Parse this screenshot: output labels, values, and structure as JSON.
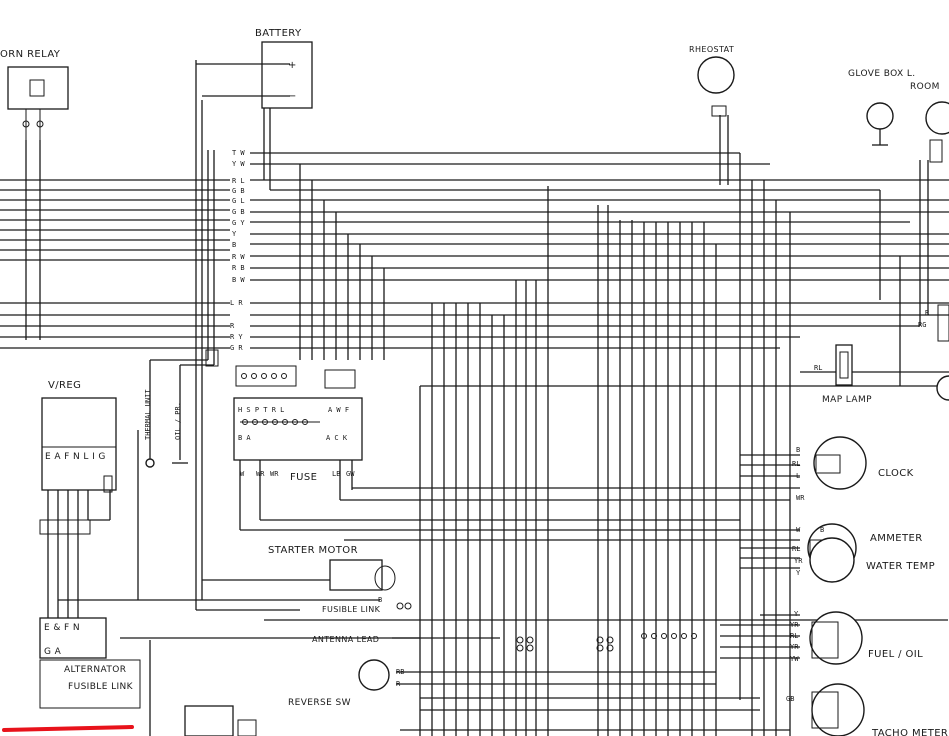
{
  "components": {
    "horn_relay": "ORN RELAY",
    "battery": "BATTERY",
    "rheostat": "RHEOSTAT",
    "glove_box_lamp": "GLOVE BOX L.",
    "room_lamp": "ROOM",
    "voltage_regulator": "V/REG",
    "regulator_terminals": "E A F N L I G",
    "thermal_unit": "THERMAL UNIT",
    "oil_pressure_sw": "OIL / PR.",
    "fuse": "FUSE",
    "starter_motor": "STARTER MOTOR",
    "fusible_link_center": "FUSIBLE LINK",
    "antenna_lead": "ANTENNA LEAD",
    "alternator_terminals": "E & F N",
    "alternator_ga": "G A",
    "alternator": "ALTERNATOR",
    "fusible_link_left": "FUSIBLE LINK",
    "reverse_sw": "REVERSE SW",
    "map_lamp": "MAP LAMP",
    "clock": "CLOCK",
    "ammeter": "AMMETER",
    "water_temp": "WATER TEMP",
    "fuel_oil": "FUEL / OIL",
    "tacho_meter": "TACHO METER"
  },
  "harness_labels": [
    "T W",
    "Y W",
    "R L",
    "G B",
    "G L",
    "G B",
    "G Y",
    "Y",
    "B",
    "R W",
    "R B",
    "B W",
    "L R",
    "R",
    "R Y",
    "G R"
  ],
  "fuse_block": {
    "top_row": "H S P T R L",
    "mid_row": "A W F",
    "bottom_row": "B A",
    "right_row": "A C K"
  },
  "wire_codes": {
    "clock": [
      "B",
      "RL",
      "L"
    ],
    "ammeter": [
      "W",
      "B"
    ],
    "water_temp": [
      "RL",
      "YR",
      "Y"
    ],
    "fuel_oil": [
      "Y",
      "YR",
      "RL",
      "YR",
      "YW"
    ],
    "reverse": [
      "RB",
      "R"
    ],
    "map_lamp": "RL",
    "room_side": [
      "R",
      "RG"
    ],
    "fuse_bottom": [
      "W",
      "WR",
      "WR",
      "LB",
      "GW"
    ],
    "misc": [
      "WR",
      "B",
      "WR",
      "GB"
    ]
  },
  "accent_color": "#e8121b",
  "line_color": "#1a1a1a"
}
